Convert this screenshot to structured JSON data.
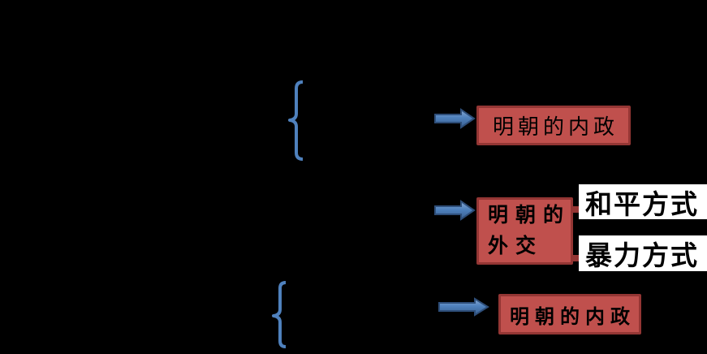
{
  "colors": {
    "canvas_bg": "#000000",
    "accent_blue": "#4f81bd",
    "accent_blue_light": "#8aaad3",
    "accent_blue_deep": "#3a5f8f",
    "accent_blue_outline": "#2e4e79",
    "red_fill": "#c0504d",
    "red_border": "#943634",
    "label_bg": "#ffffff",
    "text_color": "#000000"
  },
  "diagram": {
    "sections": [
      {
        "id": "top",
        "box_label": "明朝的内政"
      },
      {
        "id": "middle",
        "box_label_line1": "明朝的",
        "box_label_line2": "外交",
        "branches": [
          {
            "label": "和平方式"
          },
          {
            "label": "暴力方式"
          }
        ]
      },
      {
        "id": "bottom",
        "box_label": "明朝的内政"
      }
    ]
  }
}
